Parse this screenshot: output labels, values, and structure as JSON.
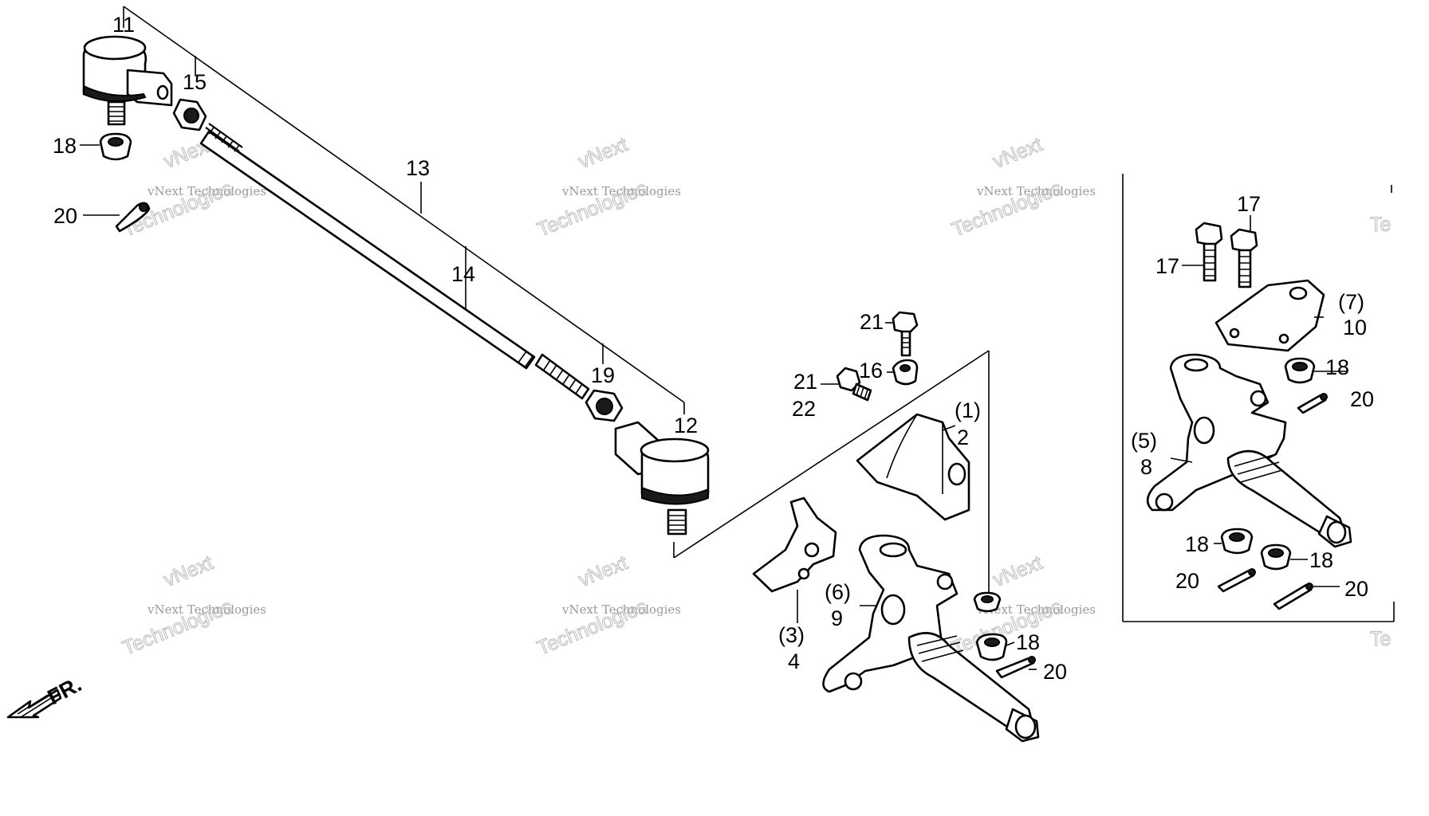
{
  "callouts": [
    {
      "id": "c11",
      "text": "11"
    },
    {
      "id": "c15",
      "text": "15"
    },
    {
      "id": "c18a",
      "text": "18"
    },
    {
      "id": "c20a",
      "text": "20"
    },
    {
      "id": "c13",
      "text": "13"
    },
    {
      "id": "c14",
      "text": "14"
    },
    {
      "id": "c19",
      "text": "19"
    },
    {
      "id": "c12",
      "text": "12"
    },
    {
      "id": "c21a",
      "text": "21"
    },
    {
      "id": "c21b",
      "text": "21"
    },
    {
      "id": "c16",
      "text": "16"
    },
    {
      "id": "c22",
      "text": "22"
    },
    {
      "id": "c1",
      "text": "(1)"
    },
    {
      "id": "c2",
      "text": "2"
    },
    {
      "id": "c3",
      "text": "(3)"
    },
    {
      "id": "c4",
      "text": "4"
    },
    {
      "id": "c6",
      "text": "(6)"
    },
    {
      "id": "c9",
      "text": "9"
    },
    {
      "id": "c18b",
      "text": "18"
    },
    {
      "id": "c20b",
      "text": "20"
    },
    {
      "id": "c17a",
      "text": "17"
    },
    {
      "id": "c17b",
      "text": "17"
    },
    {
      "id": "c7",
      "text": "(7)"
    },
    {
      "id": "c10",
      "text": "10"
    },
    {
      "id": "c18c",
      "text": "18"
    },
    {
      "id": "c20c",
      "text": "20"
    },
    {
      "id": "c5",
      "text": "(5)"
    },
    {
      "id": "c8",
      "text": "8"
    },
    {
      "id": "c18d",
      "text": "18"
    },
    {
      "id": "c18e",
      "text": "18"
    },
    {
      "id": "c20d",
      "text": "20"
    },
    {
      "id": "c20e",
      "text": "20"
    }
  ],
  "direction_label": "FR.",
  "watermark": {
    "line1": "vNext Technologies",
    "line2": "Technologies",
    "line2_prefix": "vNext",
    "edge_fragment": "Te"
  }
}
